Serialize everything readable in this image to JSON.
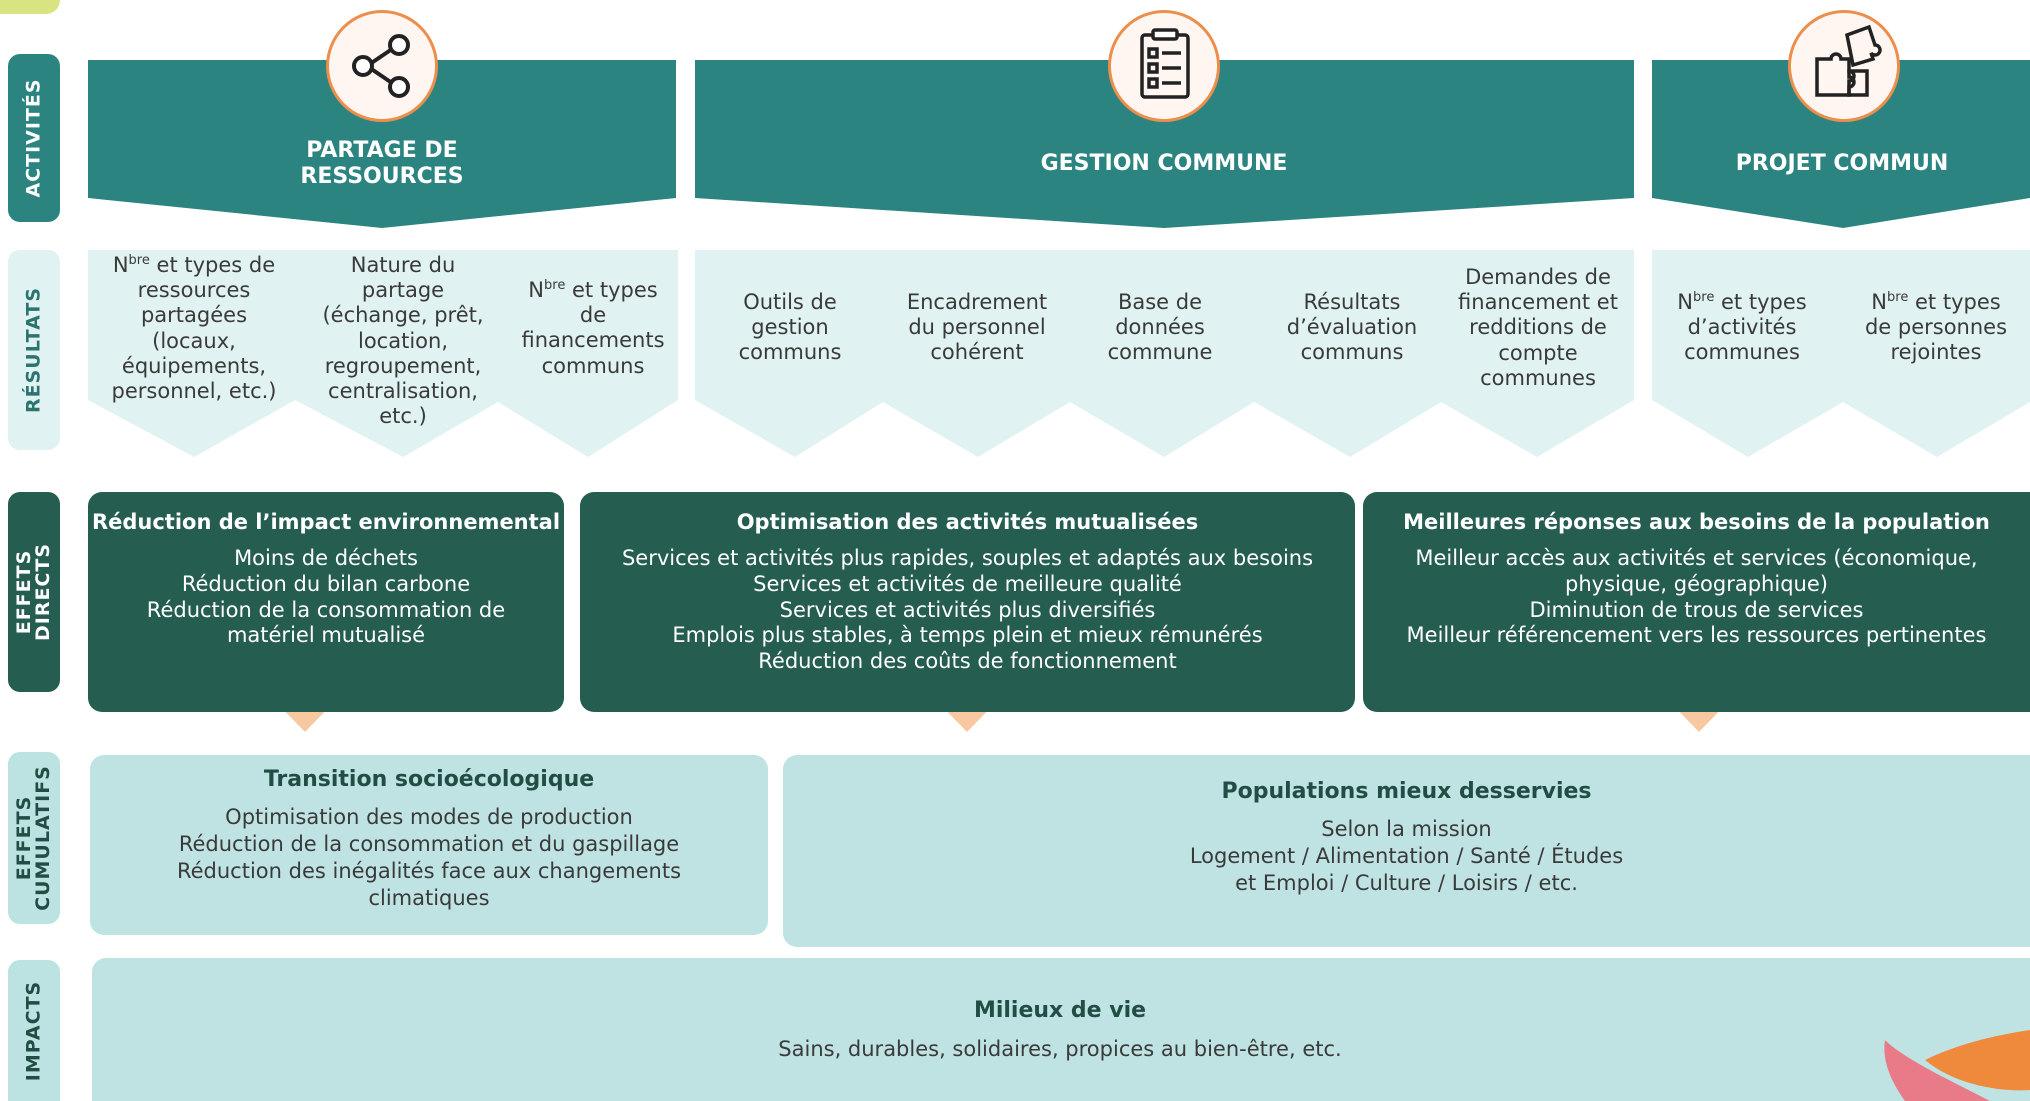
{
  "row_labels": {
    "activites": "ACTIVITÉS",
    "resultats": "RÉSULTATS",
    "effets_directs": "EFFETS\nDIRECTS",
    "effets_cumulatifs": "EFFETS\nCUMULATIFS",
    "impacts": "IMPACTS"
  },
  "activities": [
    {
      "title": "PARTAGE DE\nRESSOURCES",
      "icon": "share-icon"
    },
    {
      "title": "GESTION COMMUNE",
      "icon": "checklist-icon"
    },
    {
      "title": "PROJET COMMUN",
      "icon": "puzzle-icon"
    }
  ],
  "results": {
    "r1": {
      "sup": "bre",
      "rest": "et types de\nressources\npartagées\n(locaux,\néquipements,\npersonnel, etc.)",
      "prefix": "N"
    },
    "r2": "Nature du\npartage\n(échange, prêt,\nlocation,\nregroupement,\ncentralisation,\netc.)",
    "r3": {
      "prefix": "N",
      "sup": "bre",
      "rest": "et types\nde\nfinancements\ncommuns"
    },
    "r4": "Outils de\ngestion\ncommuns",
    "r5": "Encadrement\ndu personnel\ncohérent",
    "r6": "Base de\ndonnées\ncommune",
    "r7": "Résultats\nd’évaluation\ncommuns",
    "r8": "Demandes de\nfinancement et\nredditions de\ncompte\ncommunes",
    "r9": {
      "prefix": "N",
      "sup": "bre",
      "rest": "et types\nd’activités\ncommunes"
    },
    "r10": {
      "prefix": "N",
      "sup": "bre",
      "rest": "et types\nde personnes\nrejointes"
    }
  },
  "direct_effects": [
    {
      "title": "Réduction de l’impact environnemental",
      "lines": [
        "Moins de déchets",
        "Réduction du bilan carbone",
        "Réduction de la consommation de",
        "matériel mutualisé"
      ]
    },
    {
      "title": "Optimisation des activités mutualisées",
      "lines": [
        "Services et activités plus rapides, souples et adaptés aux besoins",
        "Services et activités de meilleure qualité",
        "Services et activités plus diversifiés",
        "Emplois plus stables, à temps plein et mieux rémunérés",
        "Réduction des coûts de fonctionnement"
      ]
    },
    {
      "title": "Meilleures réponses aux besoins de la population",
      "lines": [
        "Meilleur accès aux activités et services (économique,",
        "physique, géographique)",
        "Diminution de trous de services",
        "Meilleur référencement vers les ressources pertinentes"
      ]
    }
  ],
  "cumulative_effects": [
    {
      "title": "Transition socioécologique",
      "lines": [
        "Optimisation des modes de production",
        "Réduction de la consommation et du gaspillage",
        "Réduction des inégalités face aux changements",
        "climatiques"
      ]
    },
    {
      "title": "Populations mieux desservies",
      "lines": [
        "Selon la mission",
        "Logement / Alimentation / Santé / Études",
        "et Emploi / Culture / Loisirs / etc."
      ]
    }
  ],
  "impact": {
    "title": "Milieux de vie",
    "text": "Sains, durables, solidaires, propices au bien-être, etc."
  },
  "colors": {
    "activity_teal": "#2c8481",
    "results_pale": "#e0f2f1",
    "direct_dark": "#255d51",
    "cumulative_light": "#bfe3e3",
    "arrow_peach": "#f8c9a1",
    "icon_ring": "#ec8e4c"
  }
}
